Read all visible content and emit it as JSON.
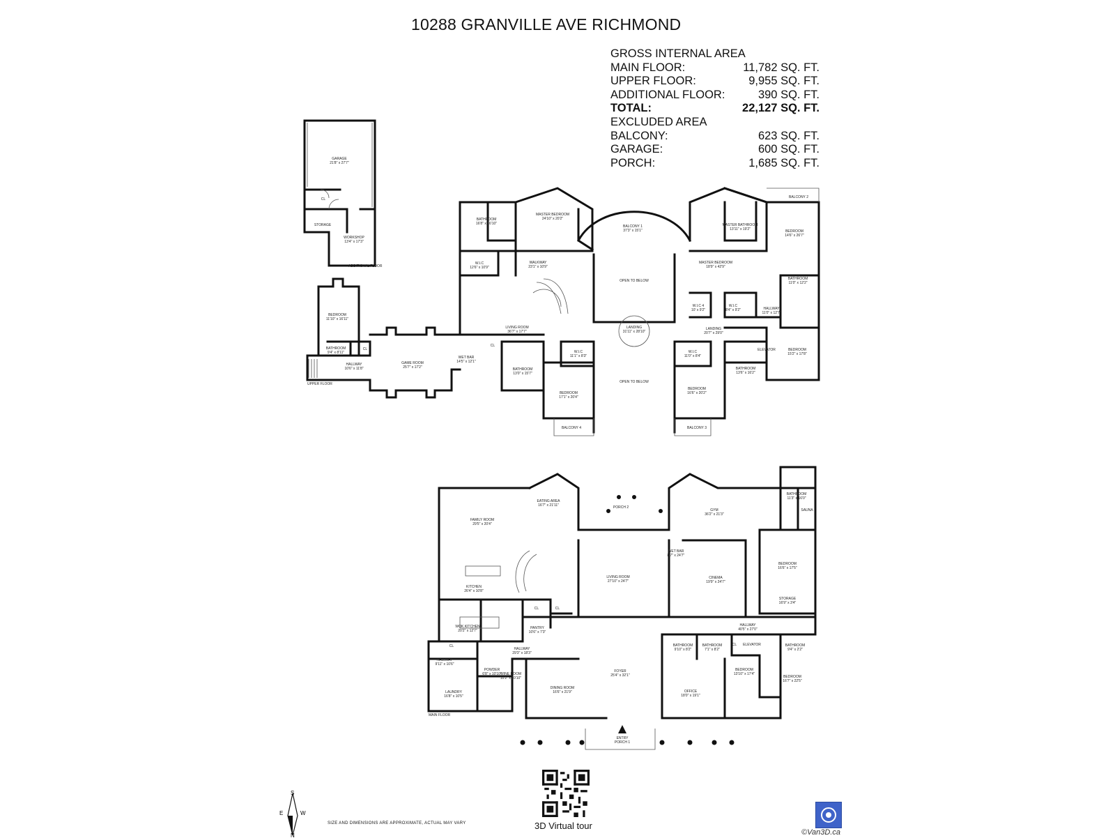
{
  "title": "10288 GRANVILLE AVE RICHMOND",
  "area_table": {
    "gross_heading": "GROSS INTERNAL AREA",
    "rows": [
      {
        "label": "MAIN FLOOR:",
        "value": "11,782 SQ. FT."
      },
      {
        "label": "UPPER FLOOR:",
        "value": "9,955 SQ. FT."
      },
      {
        "label": "ADDITIONAL FLOOR:",
        "value": "390 SQ. FT."
      }
    ],
    "total": {
      "label": "TOTAL:",
      "value": "22,127 SQ. FT."
    },
    "excluded_heading": "EXCLUDED AREA",
    "excluded_rows": [
      {
        "label": "BALCONY:",
        "value": "623 SQ. FT."
      },
      {
        "label": "GARAGE:",
        "value": "600 SQ. FT."
      },
      {
        "label": "PORCH:",
        "value": "1,685 SQ. FT."
      }
    ]
  },
  "floors": {
    "additional": "ADDITIONAL FLOOR",
    "upper": "UPPER FLOOR",
    "main": "MAIN FLOOR"
  },
  "rooms": {
    "garage": {
      "name": "GARAGE",
      "dim": "21'8\" x 27'7\""
    },
    "cl_garage": {
      "name": "CL"
    },
    "storage_add": {
      "name": "STORAGE"
    },
    "workshop": {
      "name": "WORKSHOP",
      "dim": "13'4\" x 17'3\""
    },
    "up_bedroom_w": {
      "name": "BEDROOM",
      "dim": "11'10\" x 16'11\""
    },
    "up_bath_w": {
      "name": "BATHROOM",
      "dim": "9'4\" x 8'11\""
    },
    "up_cl_w": {
      "name": "CL"
    },
    "up_hallway_w": {
      "name": "HALLWAY",
      "dim": "10'6\" x 11'8\""
    },
    "game_room": {
      "name": "GAME ROOM",
      "dim": "25'7\" x 17'2\""
    },
    "up_wet_bar": {
      "name": "WET BAR",
      "dim": "14'5\" x 12'1\""
    },
    "up_cl_bar": {
      "name": "CL"
    },
    "living_up": {
      "name": "LIVING ROOM",
      "dim": "36'7\" x 17'7\""
    },
    "bath_master_w": {
      "name": "BATHROOM",
      "dim": "16'8\" x 16'10\""
    },
    "master_bed_w": {
      "name": "MASTER BEDROOM",
      "dim": "24'10\" x 20'2\""
    },
    "wic_w": {
      "name": "W.I.C",
      "dim": "12'6\" x 10'9\""
    },
    "walkway": {
      "name": "WALKWAY",
      "dim": "23'1\" x 10'9\""
    },
    "balcony1": {
      "name": "BALCONY 1",
      "dim": "37'3\" x 15'1\""
    },
    "open_below_1": {
      "name": "OPEN TO BELOW"
    },
    "landing_c": {
      "name": "LANDING",
      "dim": "31'11\" x 28'10\""
    },
    "open_below_2": {
      "name": "OPEN TO BELOW"
    },
    "bath_mid_w": {
      "name": "BATHROOM",
      "dim": "13'0\" x 15'7\""
    },
    "wic_mid": {
      "name": "W.I.C",
      "dim": "11'1\" x 8'3\""
    },
    "bedroom_mid_w": {
      "name": "BEDROOM",
      "dim": "17'1\" x 20'4\""
    },
    "balcony4": {
      "name": "BALCONY 4"
    },
    "master_bath_e": {
      "name": "MASTER BATHROOM",
      "dim": "13'11\" x 19'2\""
    },
    "master_bed_e": {
      "name": "MASTER BEDROOM",
      "dim": "18'9\" x 42'9\""
    },
    "wic4": {
      "name": "W.I.C 4",
      "dim": "10' x 9'2\""
    },
    "wic_e": {
      "name": "W.I.C",
      "dim": "8'4\" x 9'2\""
    },
    "landing_e": {
      "name": "LANDING",
      "dim": "20'7\" x 29'0\""
    },
    "balcony2": {
      "name": "BALCONY 2"
    },
    "bedroom_ne": {
      "name": "BEDROOM",
      "dim": "14'6\" x 26'7\""
    },
    "bath_e": {
      "name": "BATHROOM",
      "dim": "11'0\" x 12'2\""
    },
    "hallway_e": {
      "name": "HALLWAY",
      "dim": "11'0\" x 12'7\""
    },
    "wic_mid_e": {
      "name": "W.I.C",
      "dim": "11'0\" x 8'4\""
    },
    "elevator_up": {
      "name": "ELEVATOR"
    },
    "bath_se": {
      "name": "BATHROOM",
      "dim": "13'6\" x 16'2\""
    },
    "bedroom_se": {
      "name": "BEDROOM",
      "dim": "16'6\" x 20'2\""
    },
    "balcony3": {
      "name": "BALCONY 3"
    },
    "bedroom_e2": {
      "name": "BEDROOM",
      "dim": "15'2\" x 17'8\""
    },
    "family_room": {
      "name": "FAMILY ROOM",
      "dim": "29'5\" x 20'4\""
    },
    "eating_area": {
      "name": "EATING AREA",
      "dim": "16'7\" x 21'11\""
    },
    "porch2": {
      "name": "PORCH 2"
    },
    "gym": {
      "name": "GYM",
      "dim": "36'2\" x 21'3\""
    },
    "bath_m_ne": {
      "name": "BATHROOM",
      "dim": "11'3\" x 16'0\""
    },
    "sauna": {
      "name": "SAUNA"
    },
    "kitchen": {
      "name": "KITCHEN",
      "dim": "26'4\" x 10'8\""
    },
    "living_main": {
      "name": "LIVING ROOM",
      "dim": "27'10\" x 24'7\""
    },
    "wet_bar_main": {
      "name": "WET BAR",
      "dim": "8'7\" x 24'7\""
    },
    "cinema": {
      "name": "CINEMA",
      "dim": "19'9\" x 24'7\""
    },
    "bedroom_m_e": {
      "name": "BEDROOM",
      "dim": "16'6\" x 17'5\""
    },
    "storage_main": {
      "name": "STORAGE",
      "dim": "16'9\" x 3'4\""
    },
    "wok_kitchen": {
      "name": "WOK KITCHEN",
      "dim": "20'2\" x 12'7\""
    },
    "cl_m1": {
      "name": "CL"
    },
    "cl_m2": {
      "name": "CL"
    },
    "pantry": {
      "name": "PANTRY",
      "dim": "10'6\" x 7'3\""
    },
    "hallway_m": {
      "name": "HALLWAY",
      "dim": "29'3\" x 18'3\""
    },
    "hallway_m_e": {
      "name": "HALLWAY",
      "dim": "40'5\" x 27'0\""
    },
    "cl_m_w": {
      "name": "CL"
    },
    "hallway_m_w": {
      "name": "HALLWAY",
      "dim": "9'11\" x 10'6\""
    },
    "powder": {
      "name": "POWDER",
      "dim": "6'8\" x 10'10\""
    },
    "wine_room": {
      "name": "WINE ROOM",
      "dim": "10'2\" x 10'10\""
    },
    "laundry": {
      "name": "LAUNDRY",
      "dim": "16'8\" x 10'5\""
    },
    "dining_room": {
      "name": "DINING ROOM",
      "dim": "16'6\" x 21'9\""
    },
    "foyer": {
      "name": "FOYER",
      "dim": "25'4\" x 32'1\""
    },
    "bath_m1": {
      "name": "BATHROOM",
      "dim": "9'10\" x 8'2\""
    },
    "bath_m2": {
      "name": "BATHROOM",
      "dim": "7'1\" x 8'2\""
    },
    "cl_m_e": {
      "name": "CL"
    },
    "elevator_main": {
      "name": "ELEVATOR"
    },
    "bath_m3": {
      "name": "BATHROOM",
      "dim": "9'4\" x 2'2\""
    },
    "office": {
      "name": "OFFICE",
      "dim": "18'0\" x 19'1\""
    },
    "bedroom_m_se": {
      "name": "BEDROOM",
      "dim": "13'10\" x 17'4\""
    },
    "bedroom_m_se2": {
      "name": "BEDROOM",
      "dim": "16'7\" x 22'5\""
    },
    "entry": {
      "name": "ENTRY"
    },
    "porch1": {
      "name": "PORCH 1"
    }
  },
  "qr_label": "3D Virtual tour",
  "disclaimer": "SIZE AND DIMENSIONS ARE APPROXIMATE, ACTUAL MAY VARY",
  "compass": {
    "n": "N",
    "s": "S",
    "e": "E",
    "w": "W"
  },
  "copyright": "©Van3D.ca",
  "colors": {
    "logo": "#3f63c9",
    "walls": "#111111"
  }
}
